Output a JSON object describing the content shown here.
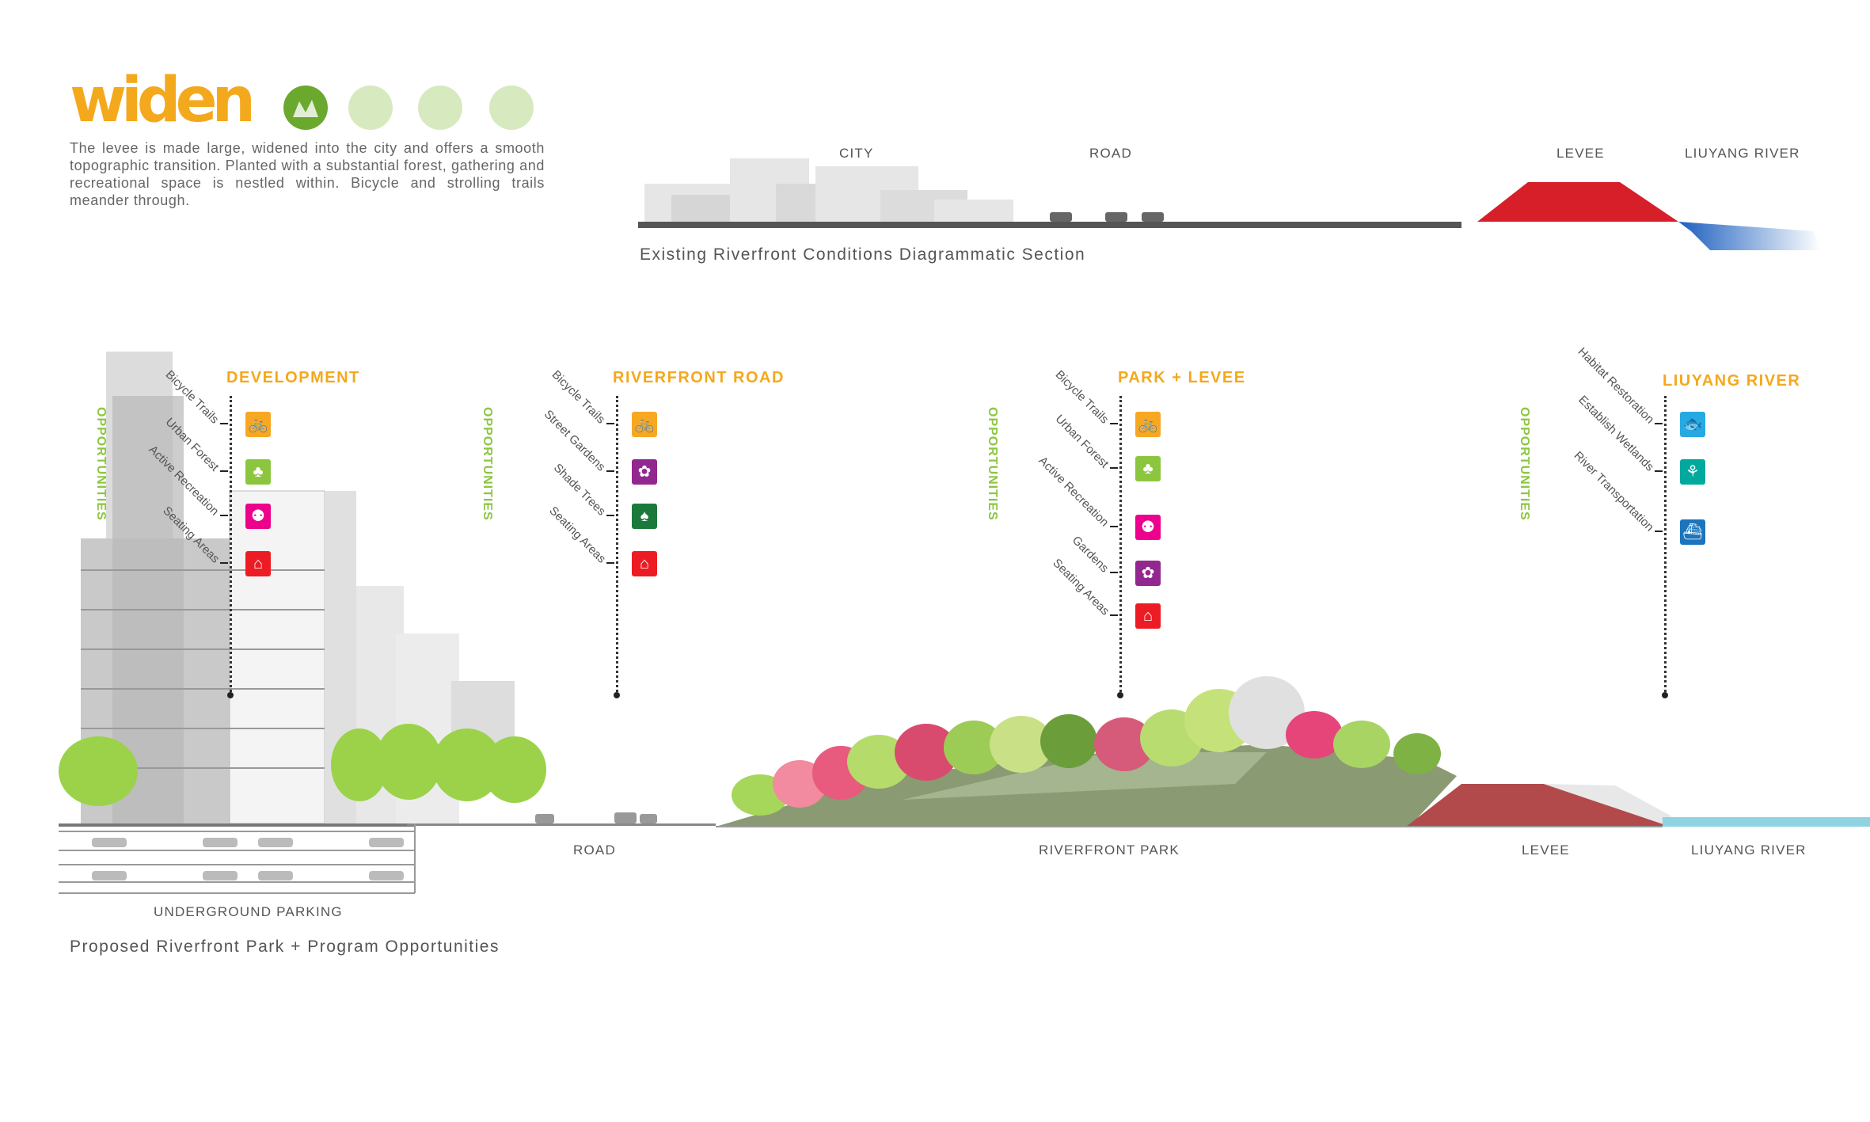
{
  "title": "widen",
  "intro": "The levee is made large, widened into the city and offers a smooth topographic transition. Planted with a substantial forest, gathering and recreational space is nestled within. Bicycle and strolling trails meander through.",
  "existing_section": {
    "labels": [
      "CITY",
      "ROAD",
      "LEVEE",
      "LIUYANG RIVER"
    ],
    "caption": "Existing Riverfront Conditions Diagrammatic Section"
  },
  "opportunities_label": "OPPORTUNITIES",
  "groups": [
    {
      "title": "DEVELOPMENT",
      "items": [
        {
          "label": "Bicycle Trails",
          "icon": "bicycle-icon",
          "color": "#f7a823"
        },
        {
          "label": "Urban Forest",
          "icon": "forest-icon",
          "color": "#8cc63f"
        },
        {
          "label": "Active Recreation",
          "icon": "recreation-icon",
          "color": "#ec008c"
        },
        {
          "label": "Seating Areas",
          "icon": "seating-icon",
          "color": "#ed1c24"
        }
      ]
    },
    {
      "title": "RIVERFRONT ROAD",
      "items": [
        {
          "label": "Bicycle Trails",
          "icon": "bicycle-icon",
          "color": "#f7a823"
        },
        {
          "label": "Street Gardens",
          "icon": "garden-icon",
          "color": "#92278f"
        },
        {
          "label": "Shade Trees",
          "icon": "tree-icon",
          "color": "#1b7a3a"
        },
        {
          "label": "Seating Areas",
          "icon": "seating-icon",
          "color": "#ed1c24"
        }
      ]
    },
    {
      "title": "PARK + LEVEE",
      "items": [
        {
          "label": "Bicycle Trails",
          "icon": "bicycle-icon",
          "color": "#f7a823"
        },
        {
          "label": "Urban Forest",
          "icon": "forest-icon",
          "color": "#8cc63f"
        },
        {
          "label": "Active Recreation",
          "icon": "recreation-icon",
          "color": "#ec008c"
        },
        {
          "label": "Gardens",
          "icon": "garden-icon",
          "color": "#92278f"
        },
        {
          "label": "Seating Areas",
          "icon": "seating-icon",
          "color": "#ed1c24"
        }
      ]
    },
    {
      "title": "LIUYANG RIVER",
      "items": [
        {
          "label": "Habitat Restoration",
          "icon": "fish-icon",
          "color": "#27aae1"
        },
        {
          "label": "Establish Wetlands",
          "icon": "wetland-icon",
          "color": "#00a99d"
        },
        {
          "label": "River Transportation",
          "icon": "boat-icon",
          "color": "#1c75bc"
        }
      ]
    }
  ],
  "proposed_section": {
    "labels": [
      "ROAD",
      "RIVERFRONT PARK",
      "LEVEE",
      "LIUYANG RIVER",
      "UNDERGROUND PARKING"
    ],
    "caption": "Proposed Riverfront Park + Program Opportunities"
  },
  "colors": {
    "accent": "#f4a81c",
    "opportunities": "#8cc63f",
    "levee_existing": "#d71f2a",
    "levee_proposed": "#b24a4c",
    "park_ground": "#8a9a72",
    "river": "#8fd3e0"
  }
}
